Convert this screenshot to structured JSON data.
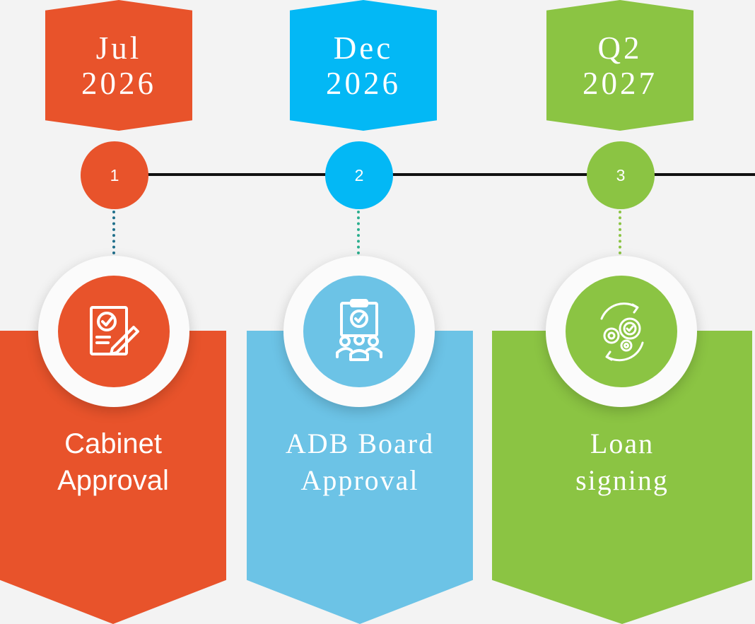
{
  "steps": [
    {
      "number": "1",
      "date_line1": "Jul",
      "date_line2": "2026",
      "label_line1": "Cabinet",
      "label_line2": "Approval",
      "icon": "approval-document-icon",
      "color": "#E8532B"
    },
    {
      "number": "2",
      "date_line1": "Dec",
      "date_line2": "2026",
      "label_line1": "ADB Board",
      "label_line2": "Approval",
      "icon": "board-approval-icon",
      "color": "#03B8F5"
    },
    {
      "number": "3",
      "date_line1": "Q2",
      "date_line2": "2027",
      "label_line1": "Loan",
      "label_line2": "signing",
      "icon": "gears-process-icon",
      "color": "#8BC443"
    }
  ]
}
